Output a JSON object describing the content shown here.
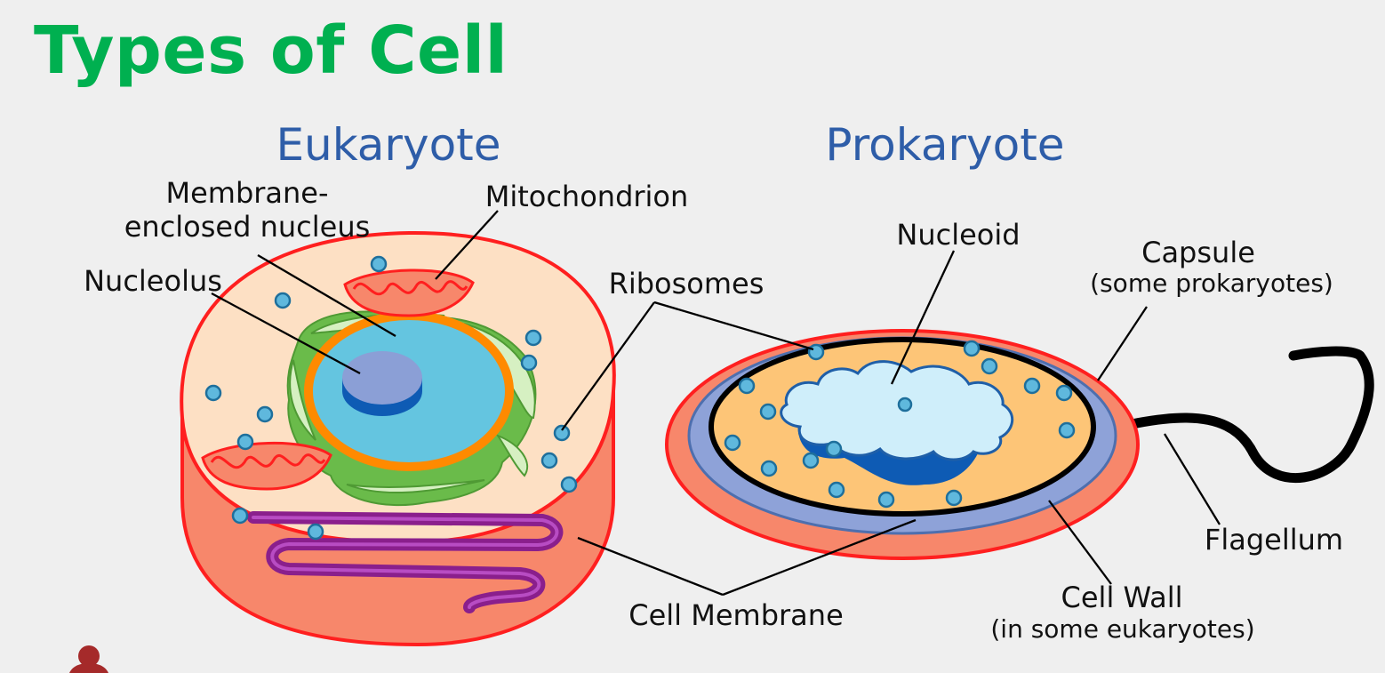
{
  "title": "Types of Cell",
  "headings": {
    "eukaryote": "Eukaryote",
    "prokaryote": "Prokaryote"
  },
  "labels": {
    "membrane_nucleus_1": "Membrane-",
    "membrane_nucleus_2": "enclosed nucleus",
    "mitochondrion": "Mitochondrion",
    "nucleolus": "Nucleolus",
    "ribosomes": "Ribosomes",
    "nucleoid": "Nucleoid",
    "capsule": "Capsule",
    "capsule_note": "(some prokaryotes)",
    "flagellum": "Flagellum",
    "cell_membrane": "Cell Membrane",
    "cell_wall": "Cell Wall",
    "cell_wall_note": "(in some eukaryotes)"
  },
  "colors": {
    "title": "#00b050",
    "heading": "#2e5da8",
    "membrane_red": "#ff1f1f",
    "cytoplasm": "#fde0c4",
    "cell_side": "#f7876b",
    "nucleus": "#64c5e0",
    "nucleolus": "#8b9fd6",
    "envelope": "#ff8a00",
    "er_green": "#6abb4a",
    "ribosome": "#2f92c6",
    "golgi": "#8a1f8c",
    "pro_cytoplasm": "#fdc577",
    "pro_wall": "#8ea2d8",
    "nucleoid": "#cfeefa",
    "dna_dark": "#0e5bb4"
  },
  "icons": [
    "person-silhouette-icon"
  ]
}
